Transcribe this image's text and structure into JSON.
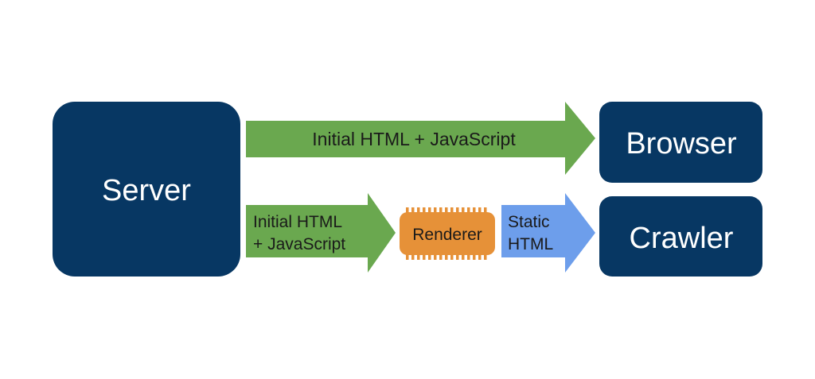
{
  "nodes": {
    "server": "Server",
    "browser": "Browser",
    "crawler": "Crawler",
    "renderer": "Renderer"
  },
  "arrows": {
    "top_label": "Initial HTML + JavaScript",
    "bottom_label_line1": "Initial HTML",
    "bottom_label_line2": "+ JavaScript",
    "static_line1": "Static",
    "static_line2": "HTML"
  },
  "colors": {
    "navy": "#073763",
    "green": "#6aa84f",
    "orange": "#e69138",
    "blue": "#6d9eeb"
  }
}
